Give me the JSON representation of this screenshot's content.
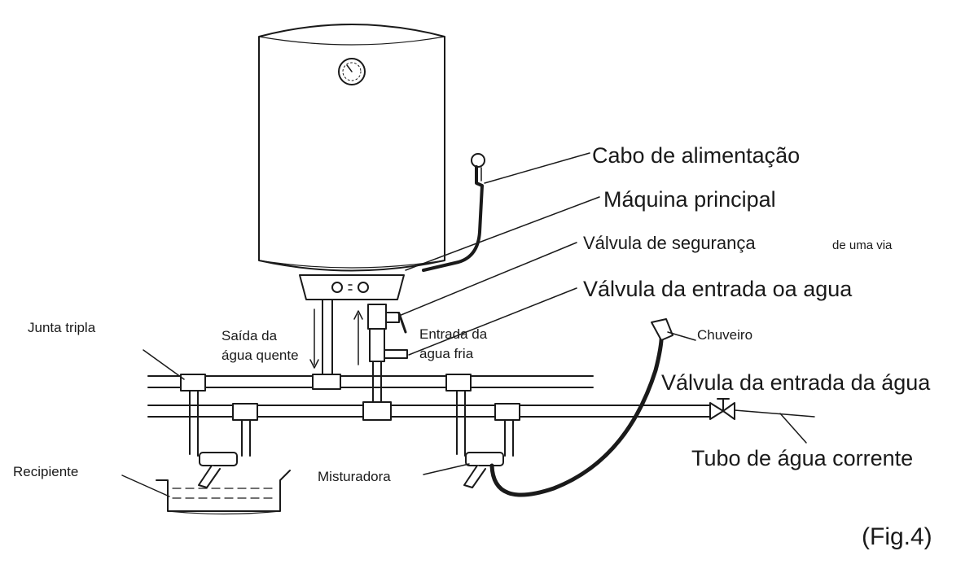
{
  "labels": {
    "power_cable": "Cabo de alimentação",
    "main_unit": "Máquina principal",
    "safety_valve": "Válvula de segurança",
    "safety_valve_suffix": "de uma via",
    "inlet_valve_top": "Válvula da entrada oa agua",
    "tee_joint": "Junta tripla",
    "hot_outlet_1": "Saída da",
    "hot_outlet_2": "água quente",
    "cold_inlet_1": "Entrada da",
    "cold_inlet_2": "água fria",
    "shower": "Chuveiro",
    "inlet_valve_right": "Válvula da entrada da água",
    "water_pipe": "Tubo de água corrente",
    "container": "Recipiente",
    "mixer": "Misturadora",
    "figure": "(Fig.4)"
  }
}
